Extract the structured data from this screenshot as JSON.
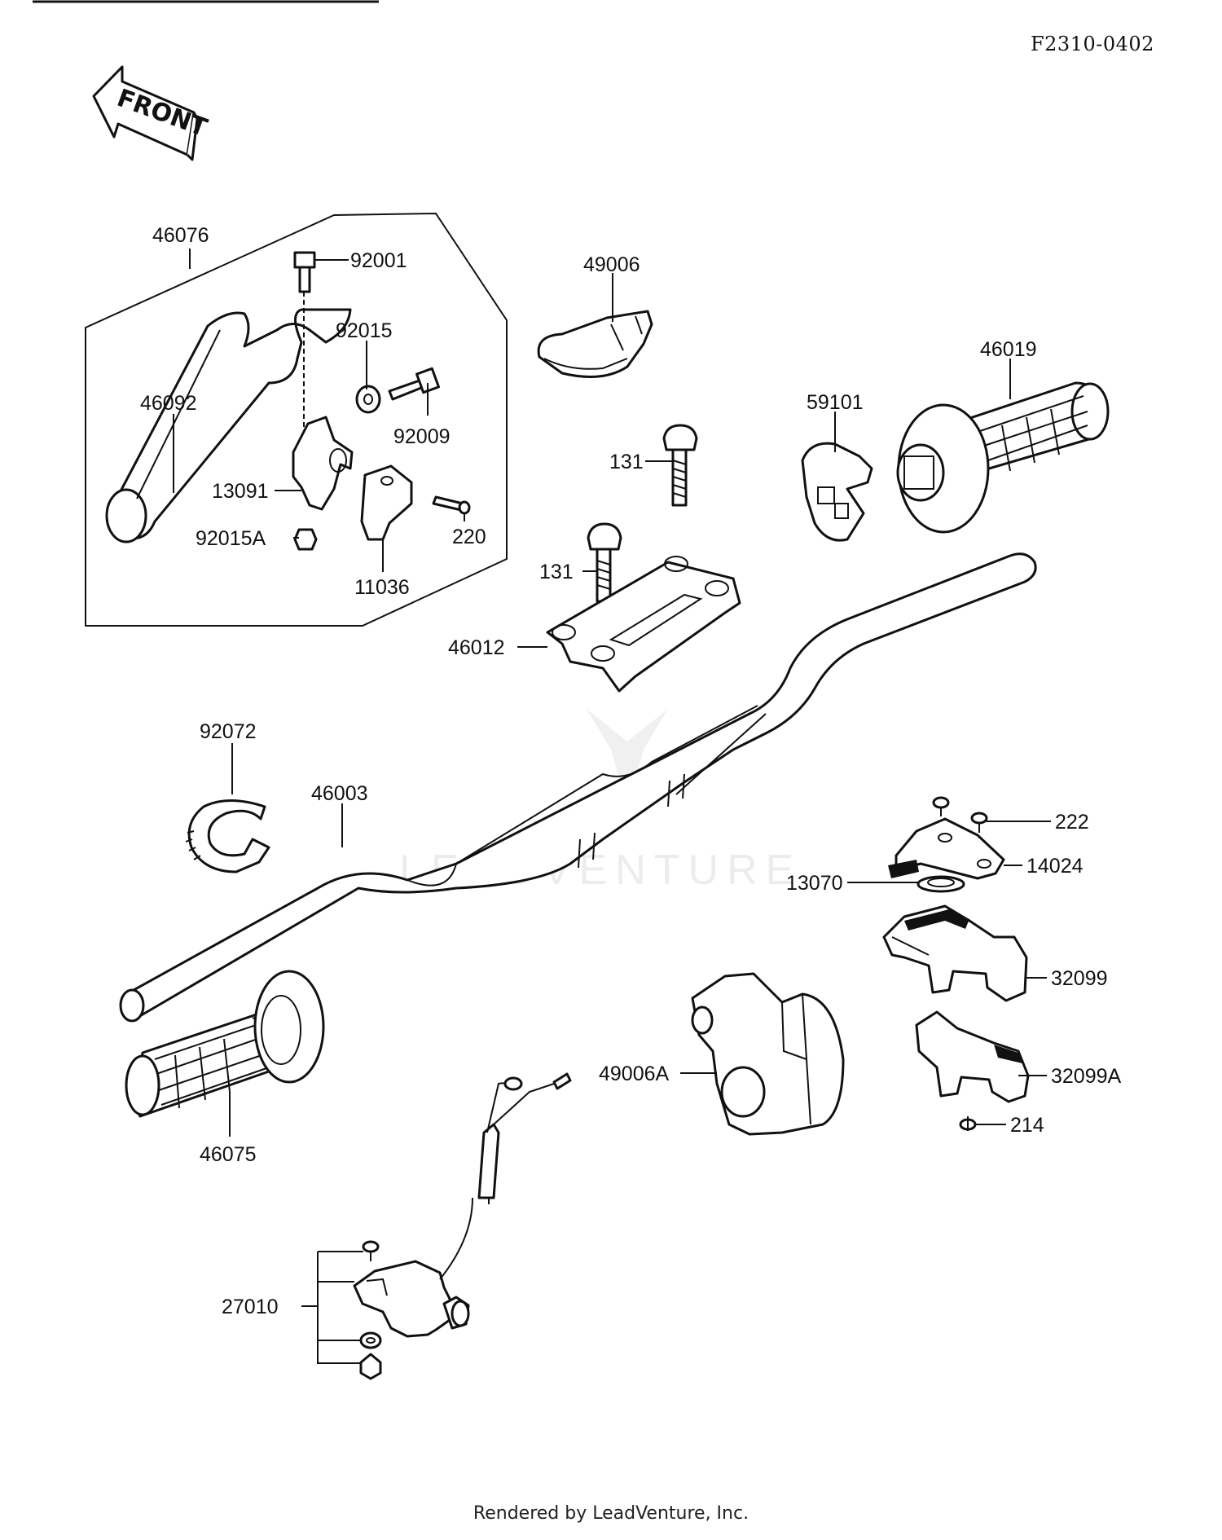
{
  "header": {
    "diagram_code": "F2310-0402",
    "front_arrow_text": "FRONT"
  },
  "watermark": "LEADVENTURE",
  "footer": {
    "rendered_by": "Rendered by LeadVenture, Inc."
  },
  "parts": {
    "p46076": "46076",
    "p92001": "92001",
    "p49006": "49006",
    "p92015": "92015",
    "p46019": "46019",
    "p46092": "46092",
    "p92009": "92009",
    "p59101": "59101",
    "p131a": "131",
    "p13091": "13091",
    "p92015A": "92015A",
    "p220": "220",
    "p11036": "11036",
    "p131b": "131",
    "p46012": "46012",
    "p92072": "92072",
    "p46003": "46003",
    "p222": "222",
    "p14024": "14024",
    "p13070": "13070",
    "p32099": "32099",
    "p49006A": "49006A",
    "p32099A": "32099A",
    "p214": "214",
    "p46075": "46075",
    "p27010": "27010"
  }
}
